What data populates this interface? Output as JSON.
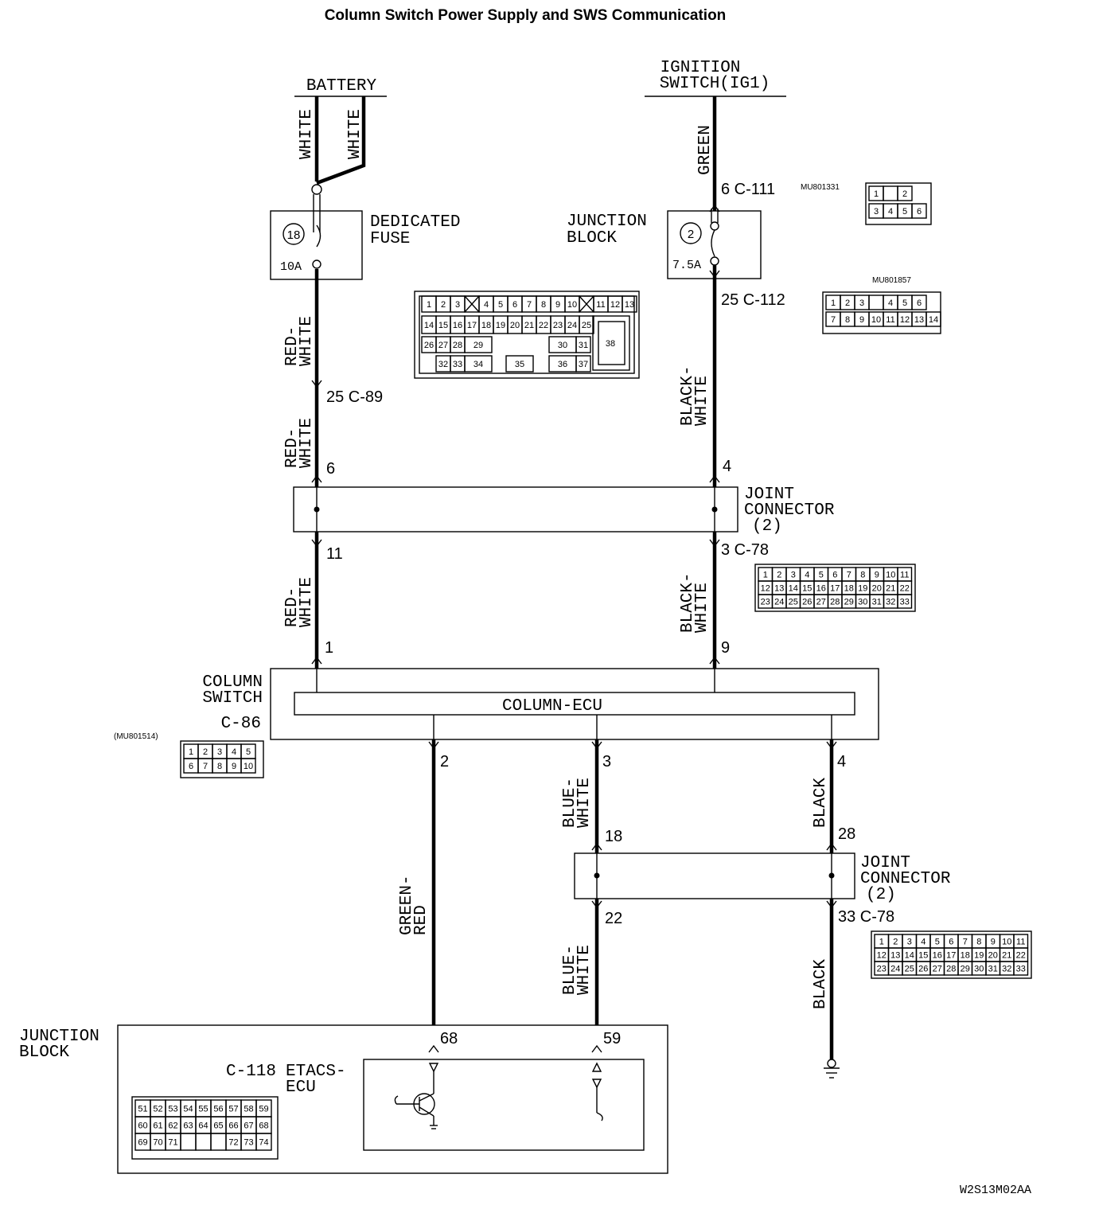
{
  "title": "Column Switch Power Supply and SWS Communication",
  "sources": {
    "battery": "BATTERY",
    "ignition_line1": "IGNITION",
    "ignition_line2": "SWITCH(IG1)"
  },
  "wires": {
    "white": "WHITE",
    "green": "GREEN",
    "red": "RED-",
    "white2": "WHITE",
    "black": "BLACK-",
    "green_red1": "GREEN-",
    "green_red2": "RED",
    "blue": "BLUE-",
    "black_plain": "BLACK"
  },
  "fuses": {
    "dedicated_line1": "DEDICATED",
    "dedicated_line2": "FUSE",
    "dedicated_num": "18",
    "dedicated_rating": "10A",
    "jb_line1": "JUNCTION",
    "jb_line2": "BLOCK",
    "jb_num": "2",
    "jb_rating": "7.5A"
  },
  "connectors": {
    "c111": "6  C-111",
    "mu801331": "MU801331",
    "c112": "25  C-112",
    "mu801857": "MU801857",
    "c89": "25  C-89",
    "c78a": "3  C-78",
    "c78b": "33 C-78",
    "c86": "C-86",
    "mu801514": "(MU801514)",
    "c118": "C-118"
  },
  "pins": {
    "p6": "6",
    "p4": "4",
    "p11": "11",
    "p1": "1",
    "p9": "9",
    "p2": "2",
    "p3": "3",
    "p4b": "4",
    "p18": "18",
    "p28": "28",
    "p22": "22",
    "p68": "68",
    "p59": "59"
  },
  "joint": {
    "line1": "JOINT",
    "line2": "CONNECTOR",
    "line3": "(2)"
  },
  "column": {
    "line1": "COLUMN",
    "line2": "SWITCH",
    "ecu": "COLUMN-ECU"
  },
  "junction_block": {
    "line1": "JUNCTION",
    "line2": "BLOCK",
    "etacs1": "ETACS-",
    "etacs2": "ECU"
  },
  "connector_grids": {
    "c89": [
      [
        "1",
        "2",
        "3",
        "X",
        "4",
        "5",
        "6",
        "7",
        "8",
        "9",
        "10",
        "X",
        "11",
        "12",
        "13"
      ],
      [
        "14",
        "15",
        "16",
        "17",
        "18",
        "19",
        "20",
        "21",
        "22",
        "23",
        "24",
        "25"
      ],
      [
        "26",
        "27",
        "28",
        "29",
        "30",
        "31",
        "38"
      ],
      [
        "32",
        "33",
        "34",
        "35",
        "36",
        "37"
      ]
    ],
    "c111": [
      [
        "1",
        "",
        "2"
      ],
      [
        "3",
        "4",
        "5",
        "6"
      ]
    ],
    "c112": [
      [
        "1",
        "2",
        "3",
        "",
        "4",
        "5",
        "6"
      ],
      [
        "7",
        "8",
        "9",
        "10",
        "11",
        "12",
        "13",
        "14"
      ]
    ],
    "c78": [
      [
        "1",
        "2",
        "3",
        "4",
        "5",
        "6",
        "7",
        "8",
        "9",
        "10",
        "11"
      ],
      [
        "12",
        "13",
        "14",
        "15",
        "16",
        "17",
        "18",
        "19",
        "20",
        "21",
        "22"
      ],
      [
        "23",
        "24",
        "25",
        "26",
        "27",
        "28",
        "29",
        "30",
        "31",
        "32",
        "33"
      ]
    ],
    "c86": [
      [
        "1",
        "2",
        "3",
        "4",
        "5"
      ],
      [
        "6",
        "7",
        "8",
        "9",
        "10"
      ]
    ],
    "c118": [
      [
        "51",
        "52",
        "53",
        "54",
        "55",
        "56",
        "57",
        "58",
        "59"
      ],
      [
        "60",
        "61",
        "62",
        "63",
        "64",
        "65",
        "66",
        "67",
        "68"
      ],
      [
        "69",
        "70",
        "71",
        "",
        "",
        "",
        "72",
        "73",
        "74"
      ]
    ]
  },
  "footer_code": "W2S13M02AA"
}
